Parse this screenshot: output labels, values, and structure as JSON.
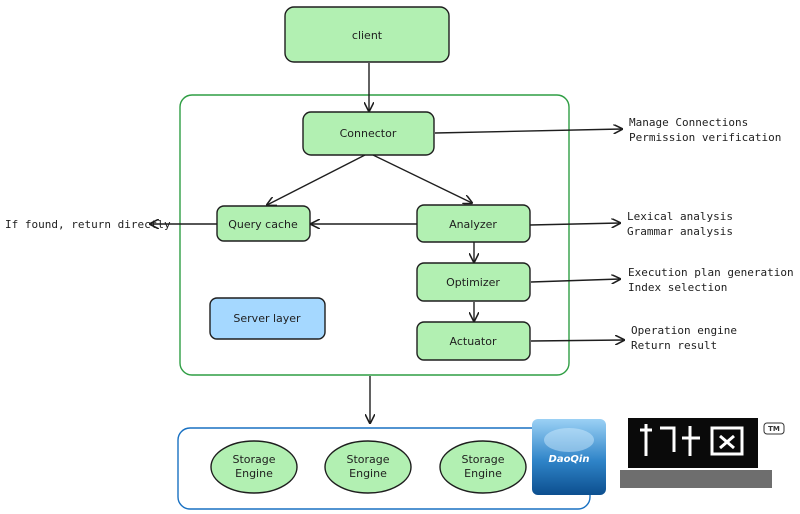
{
  "nodes": {
    "client": "client",
    "connector": "Connector",
    "query_cache": "Query cache",
    "analyzer": "Analyzer",
    "optimizer": "Optimizer",
    "actuator": "Actuator",
    "server_layer": "Server layer",
    "storage_engines": [
      {
        "line1": "Storage",
        "line2": "Engine"
      },
      {
        "line1": "Storage",
        "line2": "Engine"
      },
      {
        "line1": "Storage",
        "line2": "Engine"
      }
    ]
  },
  "notes": {
    "connector": [
      "Manage Connections",
      "Permission verification"
    ],
    "query_cache": "If found, return directly",
    "analyzer": [
      "Lexical analysis",
      "Grammar analysis"
    ],
    "optimizer": [
      "Execution plan generation",
      "Index selection"
    ],
    "actuator": [
      "Operation engine",
      "Return result"
    ]
  },
  "watermark": {
    "logo_text": "DaoQin",
    "tm": "TM",
    "icon_name": "daoqin-logo-icon"
  },
  "colors": {
    "node_green": "#b2f0b2",
    "node_blue": "#a5d8ff",
    "frame_green": "#2f9e44",
    "frame_blue": "#1971c2",
    "stroke": "#1e1e1e"
  }
}
